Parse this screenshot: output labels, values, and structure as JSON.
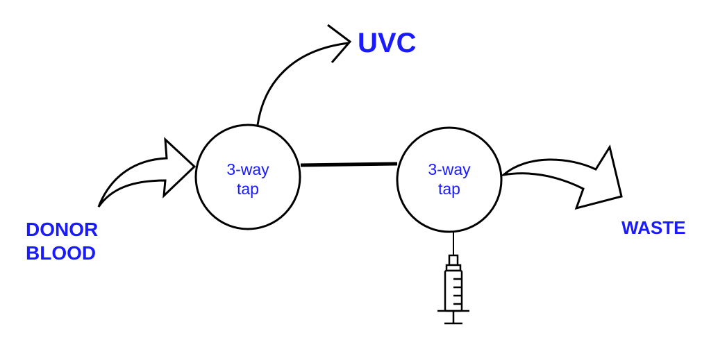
{
  "nodes": {
    "tap_left": {
      "line1": "3-way",
      "line2": "tap"
    },
    "tap_right": {
      "line1": "3-way",
      "line2": "tap"
    }
  },
  "labels": {
    "uvc": "UVC",
    "donor_line1": "DONOR",
    "donor_line2": "BLOOD",
    "waste": "WASTE"
  },
  "icons": [
    "arrow-icon",
    "syringe-icon"
  ],
  "colors": {
    "label": "#1a1aff",
    "stroke": "#000000"
  }
}
